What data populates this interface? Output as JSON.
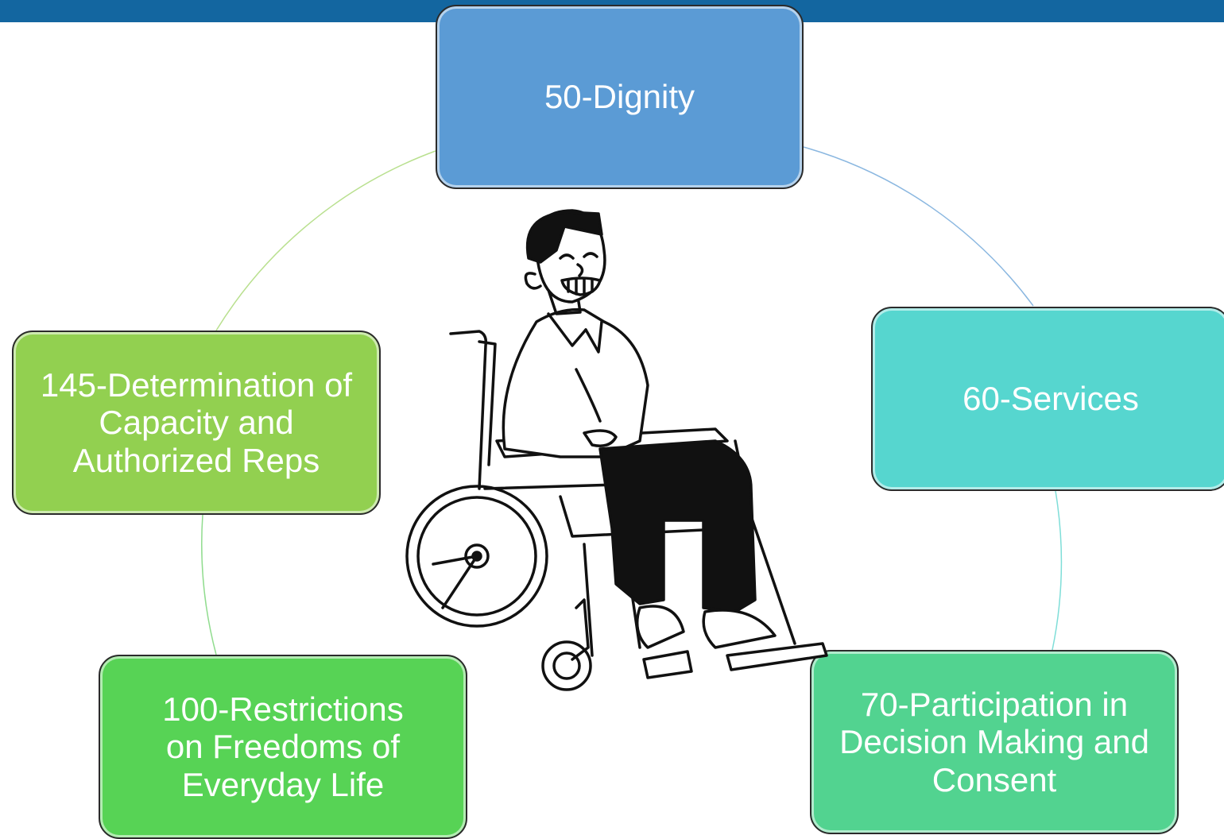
{
  "diagram": {
    "nodes": [
      {
        "id": "dignity",
        "label": "50-Dignity",
        "color": "#5b9bd5"
      },
      {
        "id": "services",
        "label": "60-Services",
        "color": "#56d6cf"
      },
      {
        "id": "participation",
        "label": "70-Participation in Decision Making and Consent",
        "color": "#52d390"
      },
      {
        "id": "restrictions",
        "label": "100-Restrictions on Freedoms of Everyday Life",
        "color": "#57d355"
      },
      {
        "id": "capacity",
        "label": "145-Determination of Capacity and Authorized Reps",
        "color": "#92d050"
      }
    ],
    "header_bar_color": "#1366a0",
    "center_image": "person-in-wheelchair-illustration"
  }
}
